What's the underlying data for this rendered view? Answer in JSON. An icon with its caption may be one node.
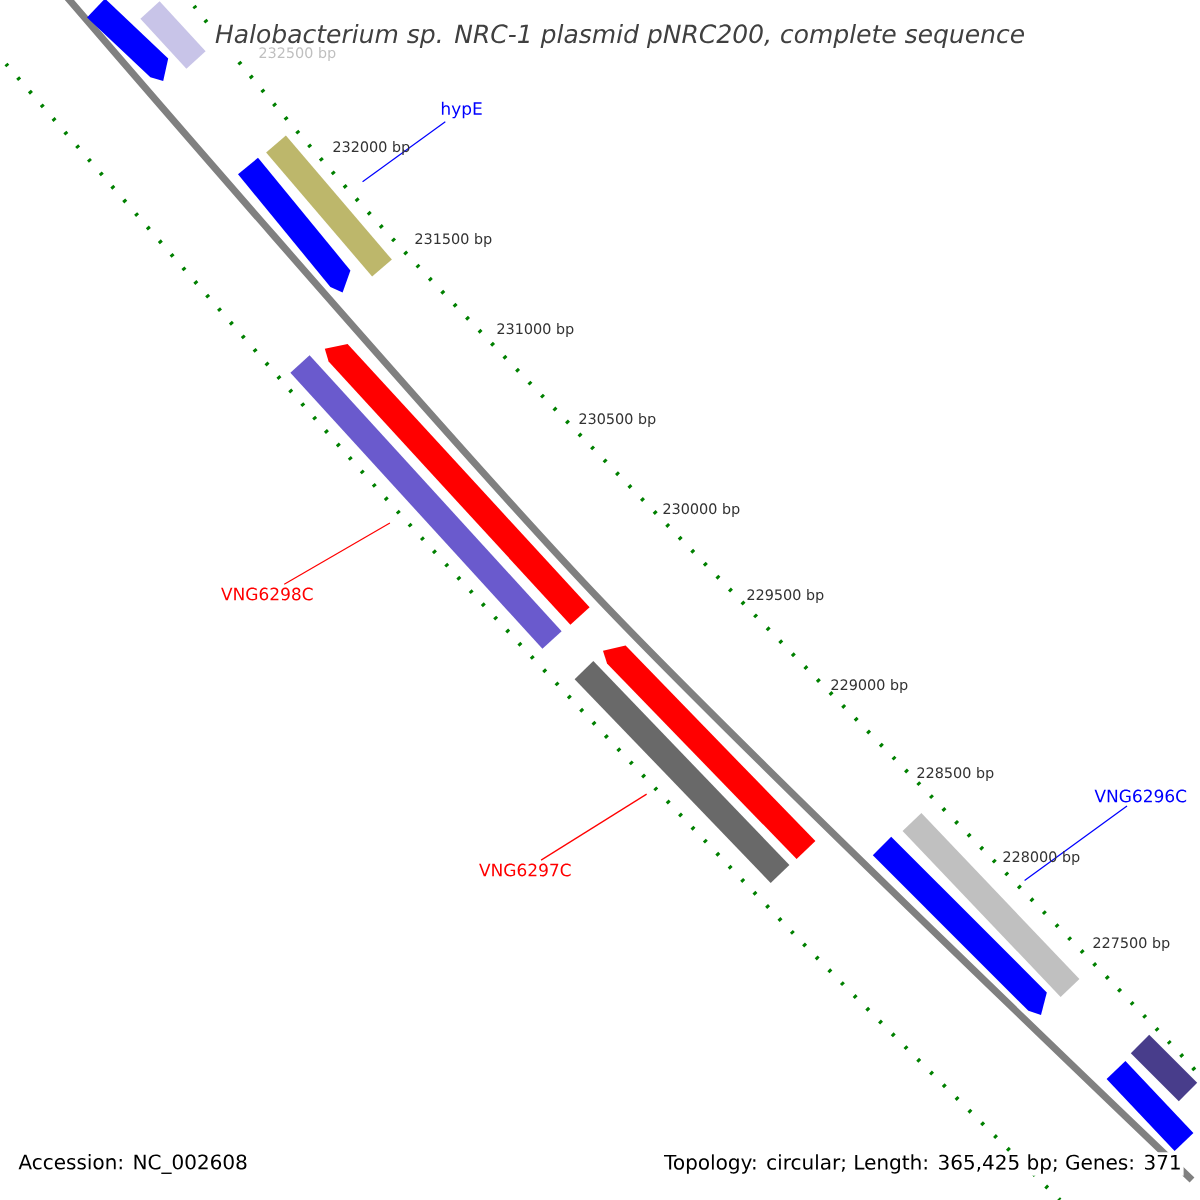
{
  "diagram": {
    "title": "Halobacterium sp. NRC-1 plasmid pNRC200, complete sequence",
    "nodes": [
      {
        "text": [
          "hypE"
        ]
      },
      {
        "text": [],
        "shape": "bar"
      },
      {
        "text": [
          "VNG6298C"
        ]
      },
      {
        "text": [],
        "shape": "bar"
      },
      {
        "text": [
          "VNG6297C"
        ]
      },
      {
        "text": [],
        "shape": "bar"
      },
      {
        "text": [
          "VNG6296C"
        ]
      },
      {
        "text": [],
        "shape": "bar"
      }
    ],
    "edges": [
      {
        "from": 0,
        "to": 1,
        "arrow": "none",
        "color": "#0000ff"
      },
      {
        "from": 2,
        "to": 3,
        "arrow": "none",
        "color": "#ff0000"
      },
      {
        "from": 4,
        "to": 5,
        "arrow": "none",
        "color": "#ff0000"
      },
      {
        "from": 6,
        "to": 7,
        "arrow": "none",
        "color": "#0000ff"
      }
    ],
    "labels": [
      "232500 bp",
      "232000 bp",
      "231500 bp",
      "231000 bp",
      "230500 bp",
      "230000 bp",
      "229500 bp",
      "229000 bp",
      "228500 bp",
      "228000 bp",
      "227500 bp",
      "Accession: NC_002608",
      "Topology: circular; Length: 365,425 bp; Genes: 371"
    ]
  }
}
